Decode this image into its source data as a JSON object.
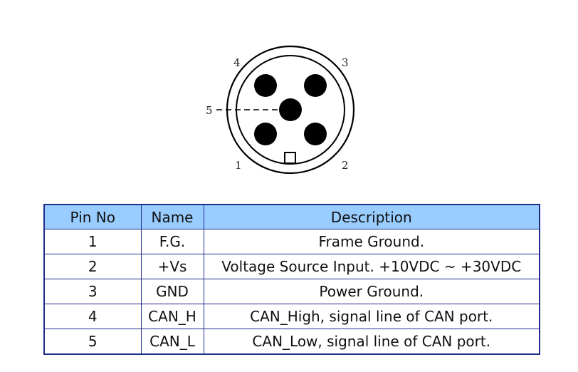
{
  "connector": {
    "pins": [
      {
        "number": "1",
        "position": "bottom-left"
      },
      {
        "number": "2",
        "position": "bottom-right"
      },
      {
        "number": "3",
        "position": "top-right"
      },
      {
        "number": "4",
        "position": "top-left"
      },
      {
        "number": "5",
        "position": "center"
      }
    ]
  },
  "table": {
    "headers": [
      "Pin No",
      "Name",
      "Description"
    ],
    "rows": [
      [
        "1",
        "F.G.",
        "Frame Ground."
      ],
      [
        "2",
        "+Vs",
        "Voltage Source Input. +10VDC ~ +30VDC"
      ],
      [
        "3",
        "GND",
        "Power Ground."
      ],
      [
        "4",
        "CAN_H",
        "CAN_High, signal line of CAN port."
      ],
      [
        "5",
        "CAN_L",
        "CAN_Low, signal line of CAN port."
      ]
    ]
  },
  "colors": {
    "header_background": "#99ccff",
    "border": "#1f2d8a",
    "pin_fill": "#000000"
  }
}
